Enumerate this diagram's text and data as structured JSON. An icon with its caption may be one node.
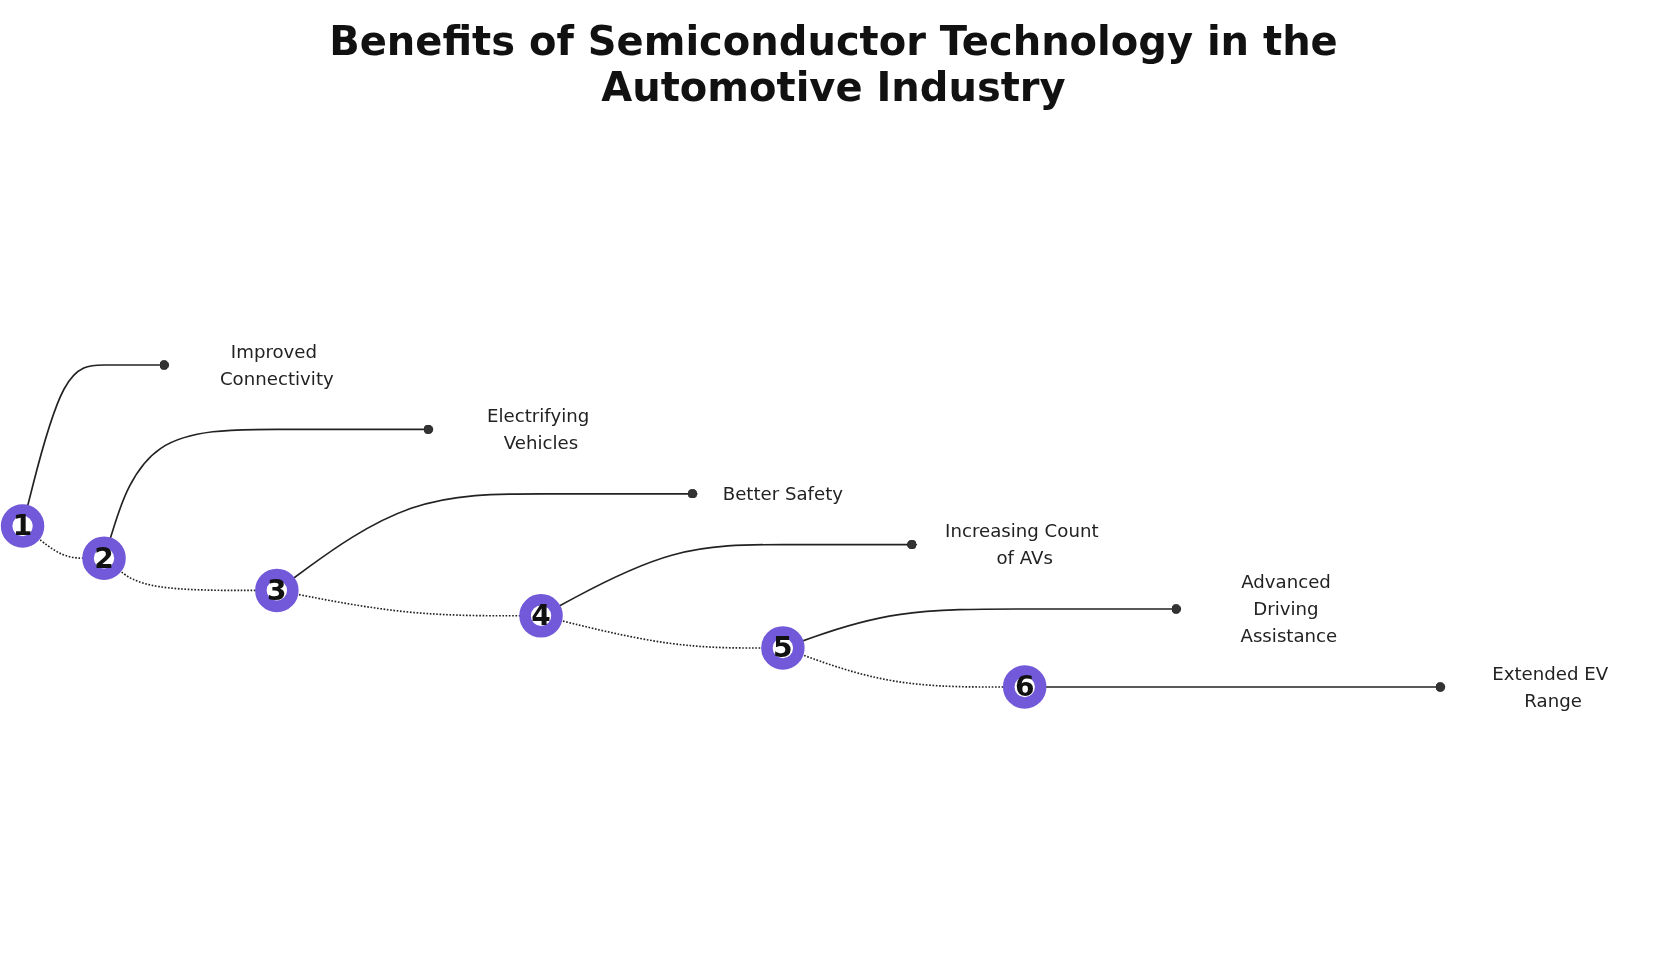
{
  "diagram": {
    "title": "Benefits of Semiconductor Technology in the Automotive Industry",
    "nodes": [
      {
        "text": [
          "1"
        ]
      },
      {
        "text": [
          "Improved Connectivity"
        ]
      },
      {
        "text": [
          "2"
        ]
      },
      {
        "text": [
          "Electrifying Vehicles"
        ]
      },
      {
        "text": [
          "3"
        ]
      },
      {
        "text": [
          "Better Safety"
        ]
      },
      {
        "text": [
          "4"
        ]
      },
      {
        "text": [
          "Increasing Count of AVs"
        ]
      },
      {
        "text": [
          "5"
        ]
      },
      {
        "text": [
          "Advanced Driving Assistance"
        ]
      },
      {
        "text": [
          "6"
        ]
      },
      {
        "text": [
          "Extended EV Range"
        ]
      }
    ],
    "edges": [
      {
        "from": 0,
        "to": 2,
        "arrow": "none",
        "style": "dashed"
      },
      {
        "from": 2,
        "to": 4,
        "arrow": "none",
        "style": "dashed"
      },
      {
        "from": 4,
        "to": 6,
        "arrow": "none",
        "style": "dashed"
      },
      {
        "from": 6,
        "to": 8,
        "arrow": "none",
        "style": "dashed"
      },
      {
        "from": 8,
        "to": 10,
        "arrow": "none",
        "style": "dashed"
      },
      {
        "from": 0,
        "to": 1,
        "arrow": "other"
      },
      {
        "from": 2,
        "to": 3,
        "arrow": "other"
      },
      {
        "from": 4,
        "to": 5,
        "arrow": "other"
      },
      {
        "from": 6,
        "to": 7,
        "arrow": "other"
      },
      {
        "from": 8,
        "to": 9,
        "arrow": "other"
      },
      {
        "from": 10,
        "to": 11,
        "arrow": "other"
      }
    ]
  }
}
